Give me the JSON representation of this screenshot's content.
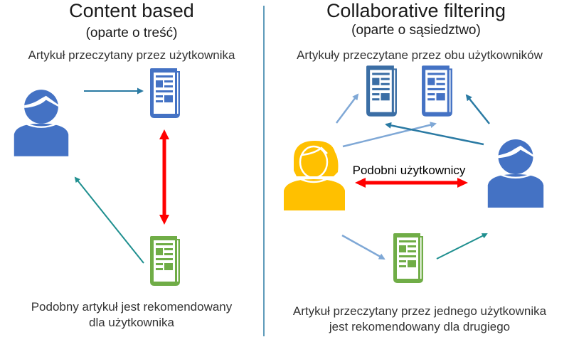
{
  "left_panel": {
    "title": "Content based",
    "subtitle": "(oparte o treść)",
    "top_caption": "Artykuł przeczytany przez użytkownika",
    "bottom_caption_line1": "Podobny artykuł jest rekomendowany",
    "bottom_caption_line2": "dla użytkownika",
    "icons": [
      "user-icon",
      "newspaper-icon",
      "newspaper-icon"
    ]
  },
  "right_panel": {
    "title": "Collaborative filtering",
    "subtitle": "(oparte o sąsiedztwo)",
    "top_caption": "Artykuły przeczytane przez obu użytkowników",
    "similar_users_label": "Podobni użytkownicy",
    "bottom_caption_line1": "Artykuł przeczytany przez jednego użytkownika",
    "bottom_caption_line2": "jest rekomendowany dla drugiego",
    "icons": [
      "female-user-icon",
      "male-user-icon",
      "newspaper-icon",
      "newspaper-icon",
      "newspaper-icon"
    ]
  },
  "colors": {
    "user_blue": "#4472c4",
    "user_yellow": "#ffc000",
    "newspaper_blue": "#4472c4",
    "newspaper_dark_blue": "#3b6ea5",
    "newspaper_green": "#70ad47",
    "arrow_teal": "#1f8f8f",
    "arrow_blue": "#2a7aa3",
    "arrow_light_blue": "#7fa8d6",
    "arrow_red": "#ff0000",
    "divider": "#2a7aa3"
  }
}
